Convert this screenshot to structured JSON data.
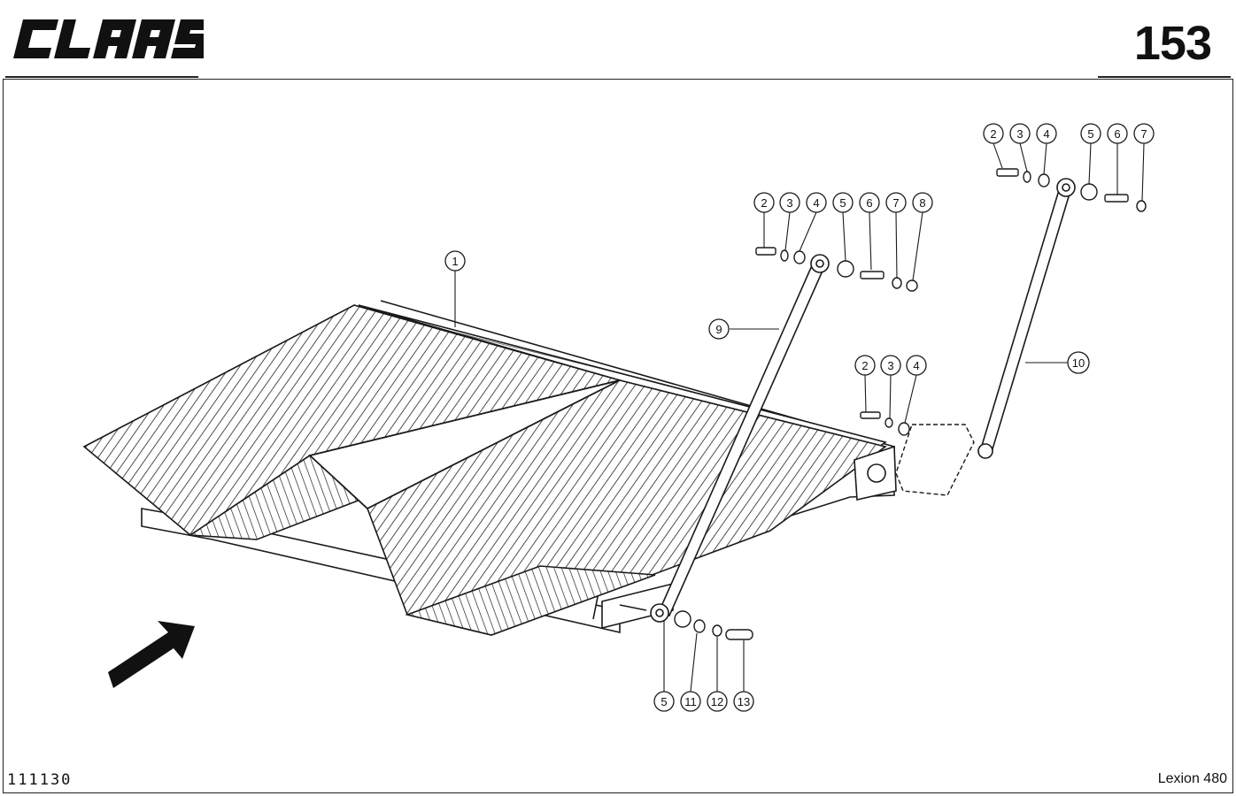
{
  "header": {
    "logo_text": "CLAAS",
    "page_number": "153"
  },
  "footer": {
    "document_code": "111130",
    "model": "Lexion 480"
  },
  "callouts": {
    "c1": "1",
    "top_a": [
      "2",
      "3",
      "4",
      "5",
      "6",
      "7",
      "8"
    ],
    "top_b": [
      "2",
      "3",
      "4",
      "5",
      "6",
      "7"
    ],
    "mid": [
      "2",
      "3",
      "4"
    ],
    "c9": "9",
    "c10": "10",
    "bottom": [
      "5",
      "11",
      "12",
      "13"
    ]
  },
  "colors": {
    "line": "#1a1a1a",
    "paper": "#ffffff",
    "shade": "#dcdcdc"
  }
}
